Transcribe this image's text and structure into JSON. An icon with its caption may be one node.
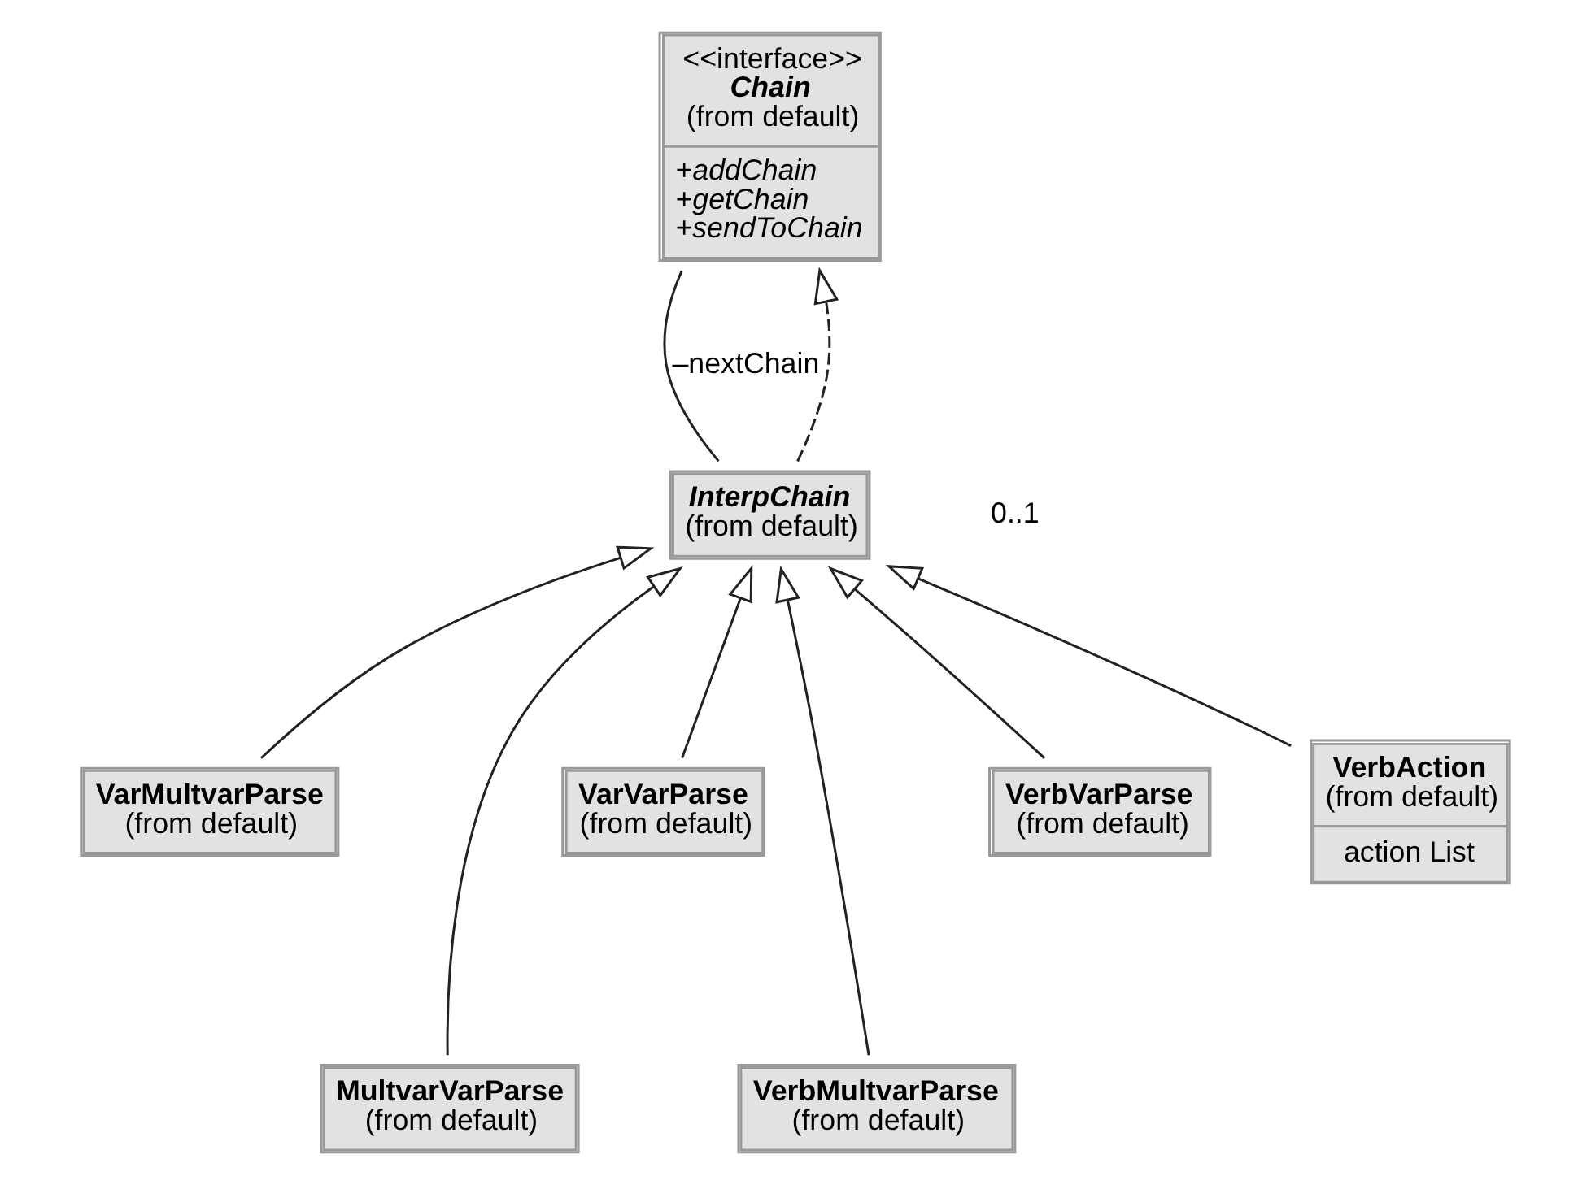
{
  "diagram": {
    "nodes": [
      {
        "text": [
          "<<interface>>",
          "Chain",
          "(from default)",
          "+addChain",
          "+getChain",
          "+sendToChain"
        ]
      },
      {
        "text": [
          "InterpChain",
          "(from default)"
        ]
      },
      {
        "text": [
          "VarMultvarParse",
          "(from default)"
        ]
      },
      {
        "text": [
          "MultvarVarParse",
          "(from default)"
        ]
      },
      {
        "text": [
          "VarVarParse",
          "(from default)"
        ]
      },
      {
        "text": [
          "VerbMultvarParse",
          "(from default)"
        ]
      },
      {
        "text": [
          "VerbVarParse",
          "(from default)"
        ]
      },
      {
        "text": [
          "VerbAction",
          "(from default)",
          "action List"
        ]
      }
    ],
    "edges": [
      {
        "from": 1,
        "to": 0,
        "arrow": "none",
        "label": "–nextChain"
      },
      {
        "from": 1,
        "to": 0,
        "arrow": "to",
        "style": "dashed"
      },
      {
        "from": 2,
        "to": 1,
        "arrow": "to"
      },
      {
        "from": 3,
        "to": 1,
        "arrow": "to"
      },
      {
        "from": 4,
        "to": 1,
        "arrow": "to"
      },
      {
        "from": 5,
        "to": 1,
        "arrow": "to"
      },
      {
        "from": 6,
        "to": 1,
        "arrow": "to"
      },
      {
        "from": 7,
        "to": 1,
        "arrow": "to"
      }
    ],
    "labels": [
      "0..1"
    ]
  }
}
